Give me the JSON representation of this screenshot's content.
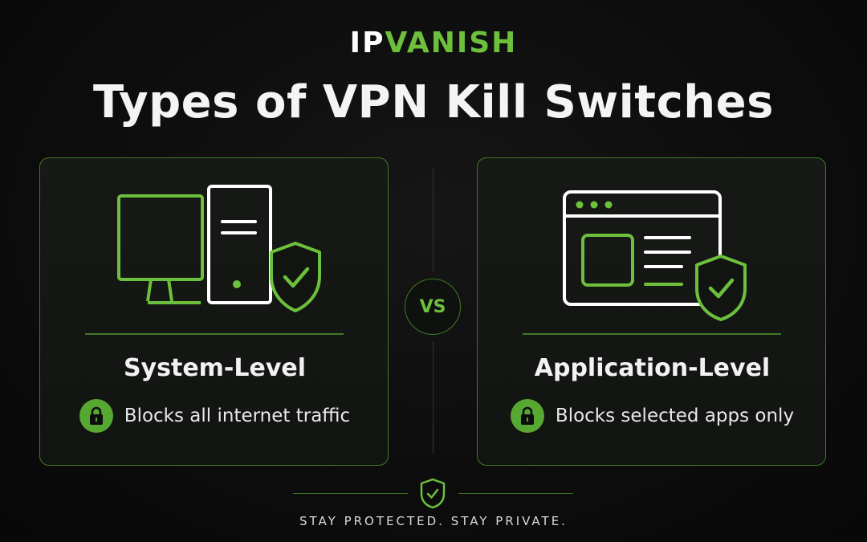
{
  "brand": {
    "part1": "IP",
    "part2": "VANISH"
  },
  "title": "Types of VPN Kill Switches",
  "cards": [
    {
      "heading": "System-Level",
      "description": "Blocks all internet traffic",
      "icon": "computer-tower-shield-icon"
    },
    {
      "heading": "Application-Level",
      "description": "Blocks selected apps only",
      "icon": "app-window-shield-icon"
    }
  ],
  "vs": "VS",
  "tagline": "STAY PROTECTED. STAY PRIVATE.",
  "colors": {
    "accent": "#6dc03c",
    "accent_dark": "#3f7a24",
    "background": "#0d0d0d",
    "text": "#ffffff"
  }
}
